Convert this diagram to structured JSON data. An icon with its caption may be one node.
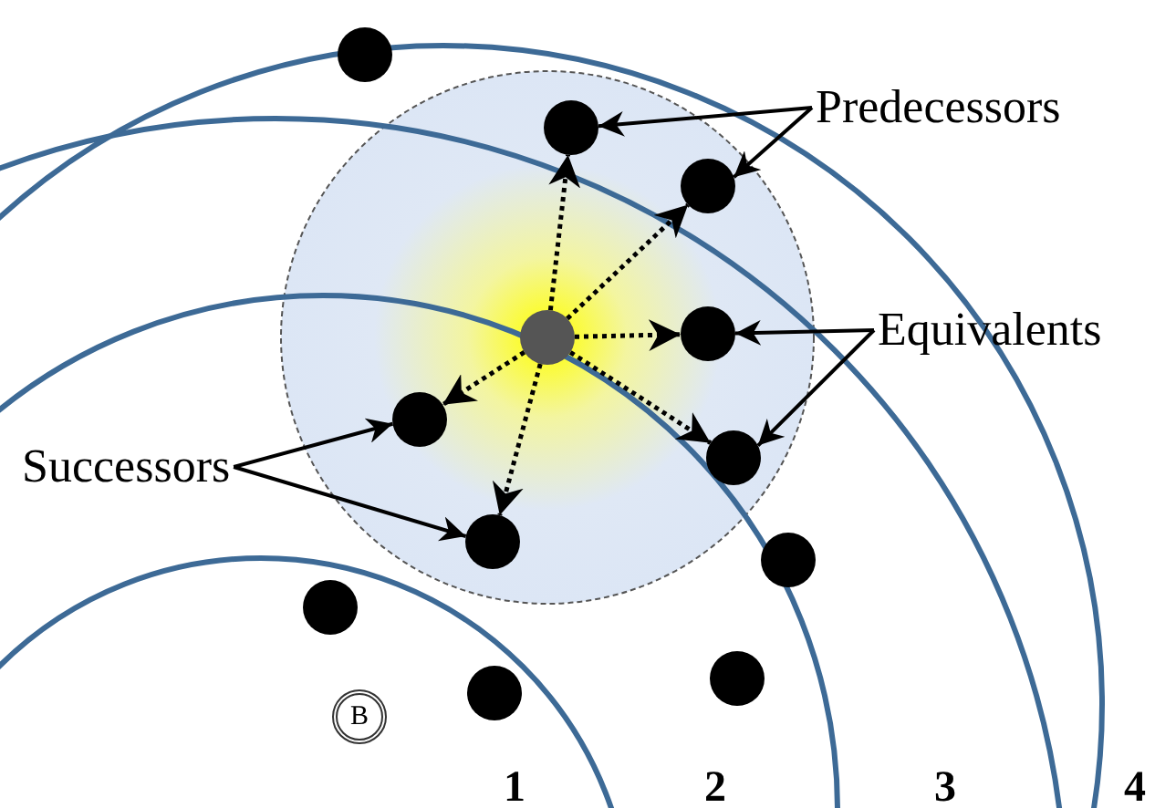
{
  "diagram": {
    "nodes": [
      {
        "text": [],
        "shape": "circle"
      },
      {
        "text": [
          "Predecessors"
        ]
      },
      {
        "text": [],
        "shape": "circle"
      },
      {
        "text": [],
        "shape": "circle"
      },
      {
        "text": [],
        "shape": "circle"
      },
      {
        "text": [],
        "shape": "circle"
      },
      {
        "text": [
          "Equivalents"
        ]
      },
      {
        "text": [],
        "shape": "circle"
      },
      {
        "text": [],
        "shape": "circle"
      },
      {
        "text": [
          "Successors"
        ]
      },
      {
        "text": [],
        "shape": "circle"
      },
      {
        "text": [],
        "shape": "circle"
      },
      {
        "text": [],
        "shape": "circle"
      },
      {
        "text": [],
        "shape": "circle"
      },
      {
        "text": [],
        "shape": "circle"
      },
      {
        "text": [
          "B"
        ]
      }
    ],
    "edges": [
      {
        "from": 1,
        "to": 2,
        "arrow": "to"
      },
      {
        "from": 1,
        "to": 3,
        "arrow": "to"
      },
      {
        "from": 6,
        "to": 5,
        "arrow": "to"
      },
      {
        "from": 6,
        "to": 8,
        "arrow": "to"
      },
      {
        "from": 9,
        "to": 7,
        "arrow": "to"
      },
      {
        "from": 9,
        "to": 10,
        "arrow": "to"
      },
      {
        "from": 4,
        "to": 2,
        "arrow": "to",
        "style": "dashed"
      },
      {
        "from": 4,
        "to": 3,
        "arrow": "to",
        "style": "dashed"
      },
      {
        "from": 4,
        "to": 5,
        "arrow": "to",
        "style": "dashed"
      },
      {
        "from": 4,
        "to": 8,
        "arrow": "to",
        "style": "dashed"
      },
      {
        "from": 4,
        "to": 7,
        "arrow": "to",
        "style": "dashed"
      },
      {
        "from": 4,
        "to": 10,
        "arrow": "to",
        "style": "dashed"
      }
    ],
    "labels": [
      "1",
      "2",
      "3",
      "4"
    ]
  }
}
